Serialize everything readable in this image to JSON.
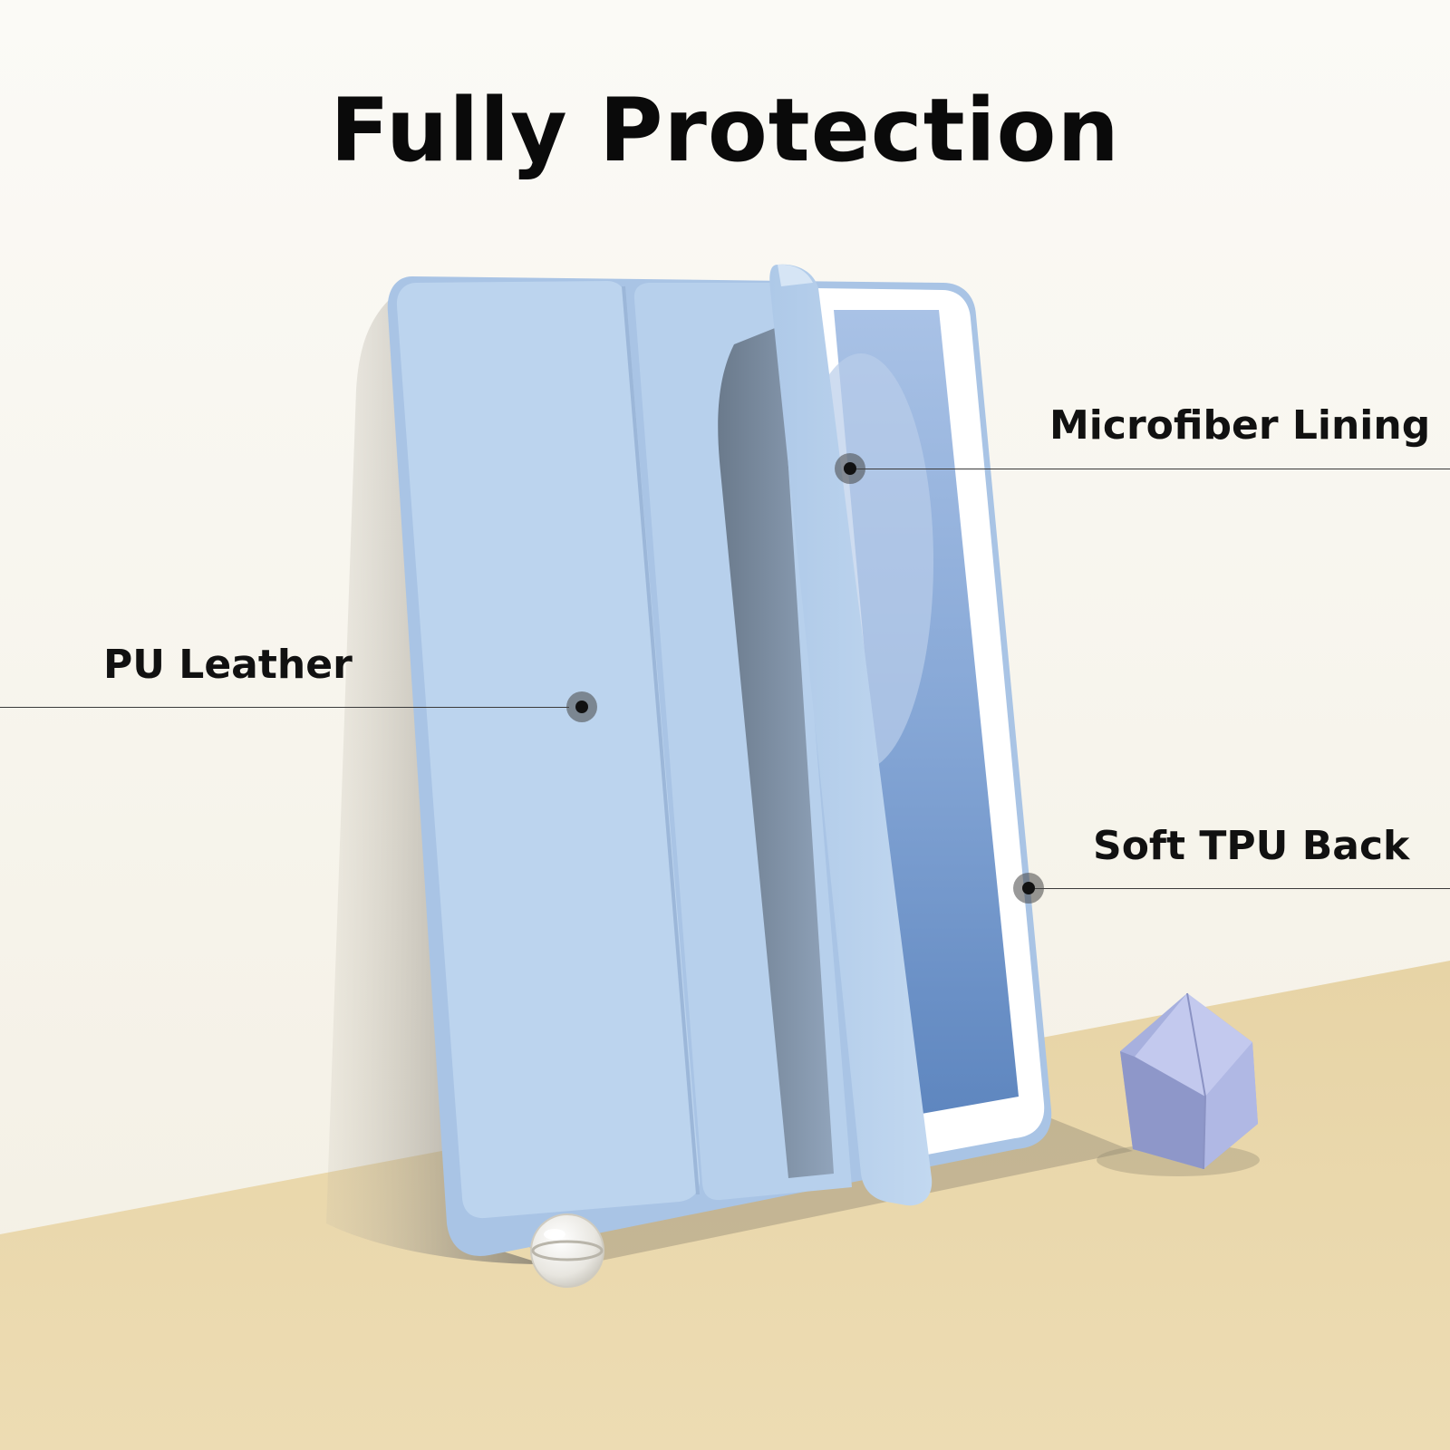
{
  "title": "Fully Protection",
  "callouts": {
    "microfiber": {
      "label": "Microfiber Lining"
    },
    "pu_leather": {
      "label": "PU Leather"
    },
    "tpu_back": {
      "label": "Soft TPU Back"
    }
  },
  "colors": {
    "wall": "#f7f5ef",
    "floor": "#e9d7ab",
    "case_blue": "#bcd4ee",
    "screen_blue": "#6f93c7",
    "bezel": "#ffffff",
    "gem": "#9fa8d8"
  },
  "objects": {
    "tablet_case": "tablet-case-image",
    "gem": "polyhedron-decoration",
    "bubble": "clear-bubble-decoration"
  }
}
